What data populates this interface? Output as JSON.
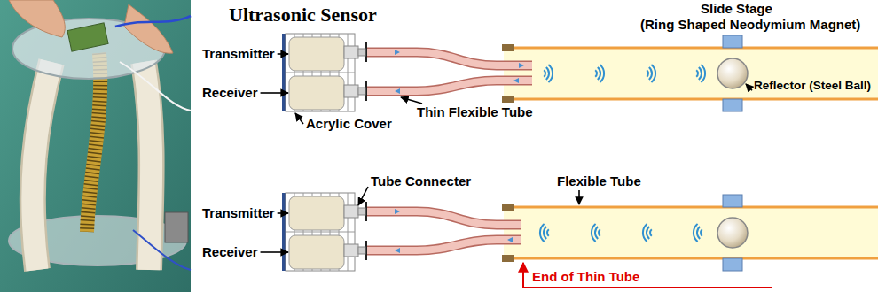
{
  "diagram": {
    "labels": [
      "Ultrasonic Sensor",
      "Slide Stage",
      "(Ring Shaped Neodymium Magnet)",
      "Transmitter",
      "Receiver",
      "Thin Flexible Tube",
      "Reflector (Steel Ball)",
      "Acrylic Cover",
      "Tube Connecter",
      "Flexible Tube",
      "Transmitter",
      "Receiver",
      "End of Thin Tube"
    ]
  }
}
